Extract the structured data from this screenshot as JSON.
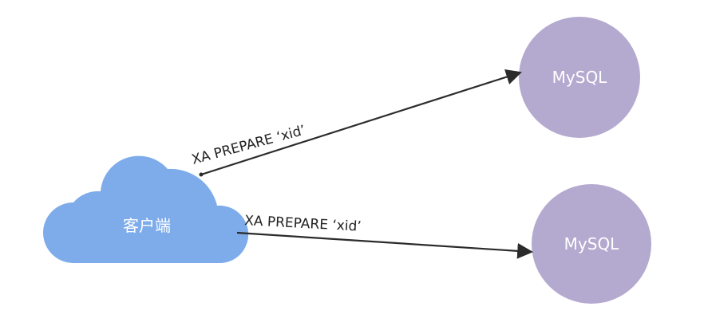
{
  "nodes": {
    "client": {
      "label": "客户端",
      "shape": "cloud",
      "color": "#7eacea"
    },
    "mysql_top": {
      "label": "MySQL",
      "shape": "circle",
      "color": "#b4a9cf"
    },
    "mysql_bottom": {
      "label": "MySQL",
      "shape": "circle",
      "color": "#b4a9cf"
    }
  },
  "edges": [
    {
      "from": "client",
      "to": "mysql_top",
      "label": "XA  PREPARE ‘xid’"
    },
    {
      "from": "client",
      "to": "mysql_bottom",
      "label": "XA  PREPARE ‘xid’"
    }
  ],
  "colors": {
    "arrow": "#2b2b2b",
    "node_text": "#ffffff",
    "edge_text": "#222222"
  }
}
